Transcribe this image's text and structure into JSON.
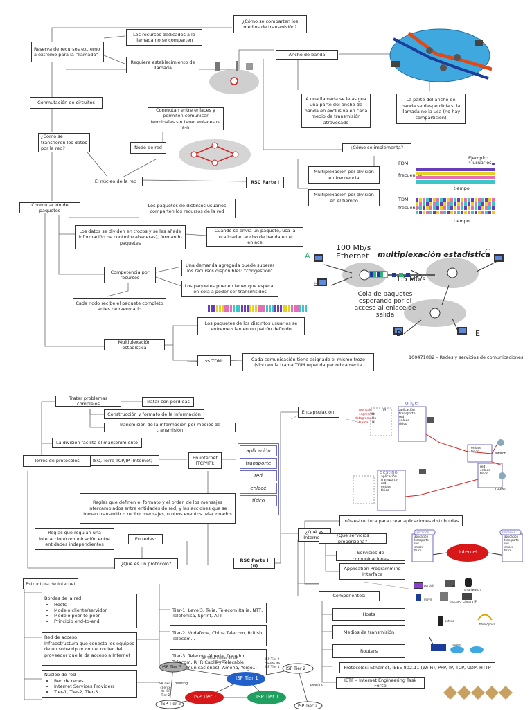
{
  "top": {
    "reserva": "Reserva de recursos extremo a extremo para la “llamada”",
    "no_comparten": "Los recursos dedicados a la llamada no se comparten",
    "requiere": "Requiere establecimiento de llamada",
    "como_comparten": "¿Cómo se comparten los medios de transmisión?",
    "ancho_banda": "Ancho de banda",
    "parte_ancho": "A una llamada se le asigna una parte del ancho de banda en exclusiva en cada medio de transmisión atravesado",
    "parte_pierde": "La parte del ancho de banda se desperdicia si la llamada no la usa (no hay compartición)",
    "conmutacion_circuitos": "Conmutación de circuitos",
    "conmutan": "Conmutan entre enlaces y permiten comunicar terminales sin tener enlaces n-a-n",
    "como_transfieren": "¿Cómo se transfieren los datos por la red?",
    "nodo_red": "Nodo de red",
    "nucleo_red": "El núcleo de la red",
    "rsc_parte_1": "RSC Parte I",
    "como_implementa": "¿Cómo se implementa?",
    "fdm": "Multiplexación por división en frecuencia",
    "tdm": "Multiplexación por división en el tiempo",
    "fdm_label": "FDM",
    "tdm_label": "TDM",
    "ejemplo": "Ejemplo:",
    "cuatro_usuarios": "4 usuarios",
    "frecuencia": "frecuencia",
    "tiempo": "tiempo",
    "conmutacion_paquetes": "Conmutación de paquetes",
    "paquetes_comparten": "Los paquetes de distintos usuarios comparten los recursos de la red",
    "datos_dividen": "Los datos se dividen en trozos y se les añade información de control (cabeceras), formando paquetes",
    "cuando_envia": "Cuando se envía un paquete, usa la totalidad el ancho de banda en el enlace",
    "competencia": "Competencia por recursos",
    "demanda": "Una demanda agregada puede superar los recursos disponibles: “congestión”",
    "esperar": "Los paquetes pueden tener que esperar en cola a poder ser transmitidos",
    "cada_nodo": "Cada nodo recibe el paquete completo antes de reenviarlo",
    "multiplexacion_est": "Multiplexación estadística",
    "se_entremezclan": "Los paquetes de los distintos usuarios se entremezclan en un patrón definido",
    "vs_tdm": "vs TDM:",
    "cada_comunicacion": "Cada comunicación tiene asignado el mismo trozo (slot) en la trama TDM repetida periódicamente",
    "mux_title": "multiplexación estadística",
    "mux_100": "100 Mb/s",
    "mux_ethernet": "Ethernet",
    "mux_15": "1.5 Mb/s",
    "mux_cola": "Cola de paquetes esperando por el acceso al enlace de salida",
    "mux_A": "A",
    "mux_B": "B",
    "mux_C": "C",
    "mux_D": "D",
    "mux_E": "E",
    "footer": "100471082 – Redes y servicios de comunicaciones"
  },
  "bottom": {
    "tratar_complejos": "Tratar problemas complejos",
    "tratar_perdidas": "Tratar con perdidas",
    "construccion": "Construcción y formato de la información",
    "transmision": "Transmisión de la información por medios de transmisión",
    "division": "La división facilita el mantenimiento",
    "modelo_osi": "Modelo OSI de ISO, Torre TCP/IP (Internet)",
    "torres": "Torres de protocolos",
    "en_internet": "En internet (TCP/IP):",
    "stack": [
      "aplicación",
      "transporte",
      "red",
      "enlace",
      "físico"
    ],
    "reglas_definen": "Reglas que definen el formato y el orden de los mensajes intercambiados entre entidades de red, y las acciones que se toman transmitir o recibir mensajes, u otros eventos relacionados",
    "reglas_regulan": "Reglas que regulan una interacción/comunicación entre entidades independientes",
    "en_redes": "En redes:",
    "que_protocolo": "¿Qué es un protocolo?",
    "rsc_parte_2": "RSC Parte I (II)",
    "encapsulacion": "Encapsulación:",
    "que_internet": "¿Qué es Internet?:",
    "infraestructura": "Infraestructura para crear aplicaciones distribuidas",
    "que_servicios": "¿Qué servicios proporciona?",
    "servicios_com": "Servicios de comunicaciones",
    "api": "Application Programming Interface",
    "componentes": "Componentes:",
    "hosts": "Hosts",
    "medios": "Medios de transmisión",
    "routers": "Routers",
    "protocolos": "Protocolos: Ethernet, IEEE 802.11 (Wi-Fi), PPP, IP, TCP, UDP, HTTP",
    "ietf": "IETF – Internet Engineering Task Force",
    "estructura": "Estructura de Internet",
    "bordes_title": "Bordes de la red:",
    "bordes_items": [
      "Hosts",
      "Modelo cliente/servidor",
      "Modelo peer-to-peer",
      "Principio end-to-end"
    ],
    "red_acceso": "Red de acceso:",
    "red_acceso_desc": "Infraestructura que conecta los equipos de un subscriptor con el router del proveedor que le da acceso a Internet",
    "nucleo_title": "Núcleo de red",
    "nucleo_items": [
      "Red de redes",
      "Internet Services Providers",
      "Tier-1, Tier-2, Tier-3"
    ],
    "tier1": "Tier-1: Level3, Telia, Telecom Italia, NTT, Telefonica, Sprint, ATT",
    "tier2": "Tier-2: Vodafone, China Telecom, British Telecom...",
    "tier3": "Tier-3: Telecom Algeria, Dauphin Telecom, R (R Cable y Telecable Telecomunicaciones), Amena, Yoigo...",
    "isp_tier1": "ISP Tier 1",
    "isp_tier2": "ISP Tier 2",
    "isp_tier3": "ISP Tier 3",
    "peering": "peering",
    "cliente_t1": "ISP Tier 3 cliente de ISP Tier 1",
    "cliente_t2": "ISP Tier 2 cliente de ISP Tier 1",
    "cliente_t2b": "ISP Tier 3 cliente de ISP Tier 2",
    "enc_origen": "origen",
    "enc_destino": "destino",
    "enc_switch": "switch",
    "enc_router": "router",
    "enc_mensaje": "mensaje",
    "enc_segmento": "segmento",
    "enc_datagrama": "datagrama",
    "enc_trama": "trama",
    "enc_layers_origen": [
      "aplicación",
      "transporte",
      "red",
      "enlace",
      "físico"
    ],
    "enc_sw_layers": [
      "enlace",
      "físico"
    ],
    "enc_rt_layers": [
      "red",
      "enlace",
      "físico"
    ],
    "enc_Ht": "Ht",
    "enc_Hn": "Hn",
    "enc_Hl": "Hl",
    "enc_M": "M",
    "srv_internet": "Internet",
    "srv_aplicacion": "aplicación",
    "srv_mini_layers": [
      "aplicación",
      "transporte",
      "red",
      "enlace",
      "físico"
    ],
    "comp_portatil": "portátil",
    "comp_pc": "PC",
    "comp_smartwatch": "smartwatch",
    "comp_movil": "móvil",
    "comp_servidor": "servidor",
    "comp_camara": "cámara IP",
    "comp_antena": "antena",
    "comp_fibra": "fibra óptica",
    "comp_routers": "routers"
  },
  "colors": {
    "link_red": "#d42020",
    "box_border": "#333333",
    "stack_border": "#6b6bbf",
    "tier1_blue": "#2060c8",
    "tier1_red": "#d81818",
    "tier1_green": "#20a060"
  }
}
